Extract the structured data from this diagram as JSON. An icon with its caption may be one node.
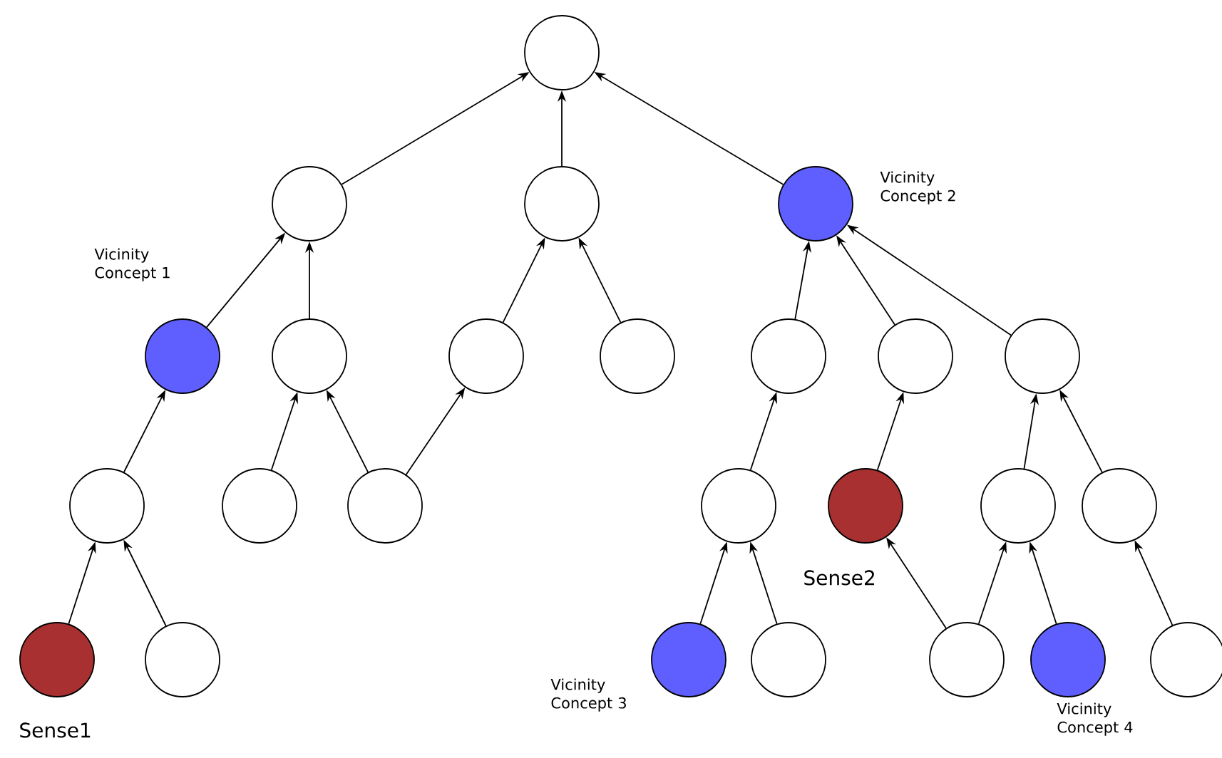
{
  "diagram": {
    "nodes": [
      {
        "text": [],
        "shape": "circle"
      },
      {
        "text": [],
        "shape": "circle"
      },
      {
        "text": [],
        "shape": "circle"
      },
      {
        "text": [],
        "shape": "circle",
        "beside": [
          "Vicinity Concept 2"
        ]
      },
      {
        "text": [],
        "shape": "circle",
        "beside": [
          "Vicinity Concept 1"
        ]
      },
      {
        "text": [],
        "shape": "circle"
      },
      {
        "text": [],
        "shape": "circle"
      },
      {
        "text": [],
        "shape": "circle"
      },
      {
        "text": [],
        "shape": "circle"
      },
      {
        "text": [],
        "shape": "circle"
      },
      {
        "text": [],
        "shape": "circle"
      },
      {
        "text": [],
        "shape": "circle"
      },
      {
        "text": [],
        "shape": "circle"
      },
      {
        "text": [],
        "shape": "circle"
      },
      {
        "text": [],
        "shape": "circle"
      },
      {
        "text": [],
        "shape": "circle",
        "beside": [
          "Sense2"
        ]
      },
      {
        "text": [],
        "shape": "circle"
      },
      {
        "text": [],
        "shape": "circle"
      },
      {
        "text": [],
        "shape": "circle",
        "beside": [
          "Sense1"
        ]
      },
      {
        "text": [],
        "shape": "circle"
      },
      {
        "text": [],
        "shape": "circle",
        "beside": [
          "Vicinity Concept 3"
        ]
      },
      {
        "text": [],
        "shape": "circle"
      },
      {
        "text": [],
        "shape": "circle"
      },
      {
        "text": [],
        "shape": "circle",
        "beside": [
          "Vicinity Concept 4"
        ]
      },
      {
        "text": [],
        "shape": "circle"
      }
    ],
    "edges": [
      {
        "from": 1,
        "to": 0,
        "arrow": "to"
      },
      {
        "from": 2,
        "to": 0,
        "arrow": "to"
      },
      {
        "from": 3,
        "to": 0,
        "arrow": "to"
      },
      {
        "from": 4,
        "to": 1,
        "arrow": "to"
      },
      {
        "from": 5,
        "to": 1,
        "arrow": "to"
      },
      {
        "from": 6,
        "to": 2,
        "arrow": "to"
      },
      {
        "from": 7,
        "to": 2,
        "arrow": "to"
      },
      {
        "from": 8,
        "to": 3,
        "arrow": "to"
      },
      {
        "from": 9,
        "to": 3,
        "arrow": "to"
      },
      {
        "from": 10,
        "to": 3,
        "arrow": "to"
      },
      {
        "from": 11,
        "to": 4,
        "arrow": "to"
      },
      {
        "from": 12,
        "to": 5,
        "arrow": "to"
      },
      {
        "from": 13,
        "to": 5,
        "arrow": "to"
      },
      {
        "from": 13,
        "to": 6,
        "arrow": "to"
      },
      {
        "from": 14,
        "to": 8,
        "arrow": "to"
      },
      {
        "from": 15,
        "to": 9,
        "arrow": "to"
      },
      {
        "from": 16,
        "to": 10,
        "arrow": "to"
      },
      {
        "from": 17,
        "to": 10,
        "arrow": "to"
      },
      {
        "from": 18,
        "to": 11,
        "arrow": "to"
      },
      {
        "from": 19,
        "to": 11,
        "arrow": "to"
      },
      {
        "from": 20,
        "to": 14,
        "arrow": "to"
      },
      {
        "from": 21,
        "to": 14,
        "arrow": "to"
      },
      {
        "from": 22,
        "to": 15,
        "arrow": "to"
      },
      {
        "from": 22,
        "to": 16,
        "arrow": "to"
      },
      {
        "from": 23,
        "to": 16,
        "arrow": "to"
      },
      {
        "from": 24,
        "to": 17,
        "arrow": "to"
      }
    ]
  }
}
